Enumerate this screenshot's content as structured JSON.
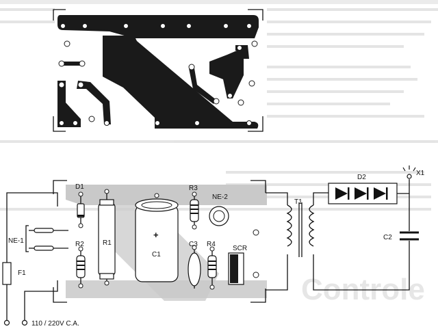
{
  "labels": {
    "d1": "D1",
    "d2": "D2",
    "r1": "R1",
    "r2": "R2",
    "r3": "R3",
    "r4": "R4",
    "c1": "C1",
    "c1_plus": "+",
    "c2": "C2",
    "c3": "C3",
    "ne1": "NE-1",
    "ne2": "NE-2",
    "scr": "SCR",
    "t1": "T1",
    "f1": "F1",
    "x1": "X1",
    "mains": "110 / 220V C.A."
  },
  "background_text": {
    "bleed_title": "Controle"
  }
}
